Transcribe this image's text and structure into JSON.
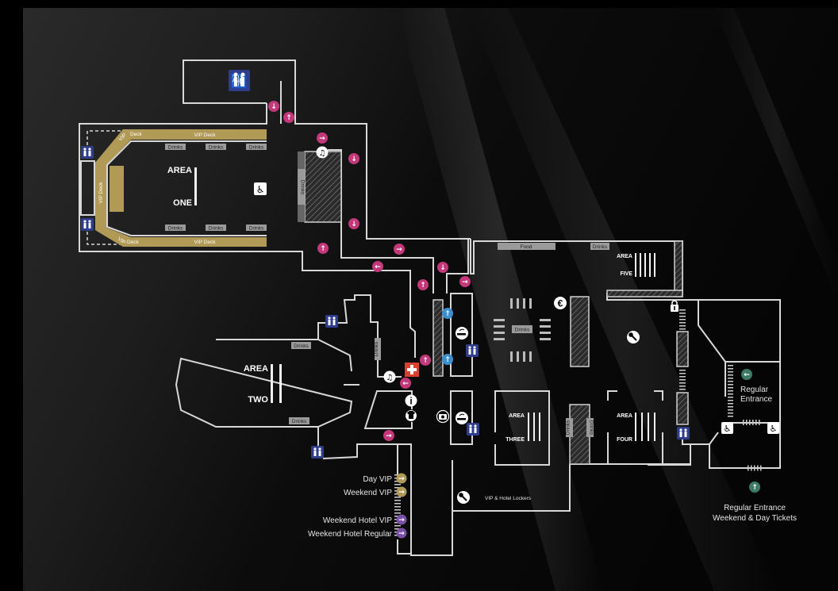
{
  "colors": {
    "flow_arrow": "#c2387a",
    "info_arrow": "#3a8fd1",
    "vip_arrow": "#b09a55",
    "hotel_arrow": "#7a4fa8",
    "entrance_arrow": "#3d7a66",
    "toilet": "#2f3d8c",
    "first_aid": "#d8412f",
    "vip_deck": "#b09a55"
  },
  "areas": {
    "one": {
      "line1": "AREA",
      "line2": "ONE"
    },
    "two": {
      "line1": "AREA",
      "line2": "TWO"
    },
    "three": {
      "line1": "AREA",
      "line2": "THREE"
    },
    "four": {
      "line1": "AREA",
      "line2": "FOUR"
    },
    "five": {
      "line1": "AREA",
      "line2": "FIVE"
    }
  },
  "vip_deck": {
    "top": "VIP Deck",
    "bottom": "VIP Deck",
    "side": "VIP Deck",
    "corner_top_a": "VIP",
    "corner_top_b": "Deck",
    "corner_bottom_a": "VIP",
    "corner_bottom_b": "Deck"
  },
  "tags": {
    "drinks": "Drinks",
    "food": "Food"
  },
  "lockers": "VIP & Hotel Lockers",
  "entrances": {
    "regular_line1": "Regular",
    "regular_line2": "Entrance",
    "tickets_line1": "Regular Entrance",
    "tickets_line2": "Weekend & Day Tickets"
  },
  "legend": [
    {
      "label": "Day VIP",
      "icon": "arrow-right-icon",
      "color": "#b09a55"
    },
    {
      "label": "Weekend VIP",
      "icon": "arrow-right-icon",
      "color": "#b09a55"
    },
    {
      "label": "Weekend Hotel VIP",
      "icon": "arrow-right-icon",
      "color": "#7a4fa8"
    },
    {
      "label": "Weekend Hotel Regular",
      "icon": "arrow-right-icon",
      "color": "#7a4fa8"
    }
  ],
  "icons": {
    "arrow_right": "→",
    "arrow_left": "←",
    "arrow_up": "↑",
    "arrow_down": "↓",
    "euro": "€",
    "info": "i",
    "first_aid": "+"
  }
}
